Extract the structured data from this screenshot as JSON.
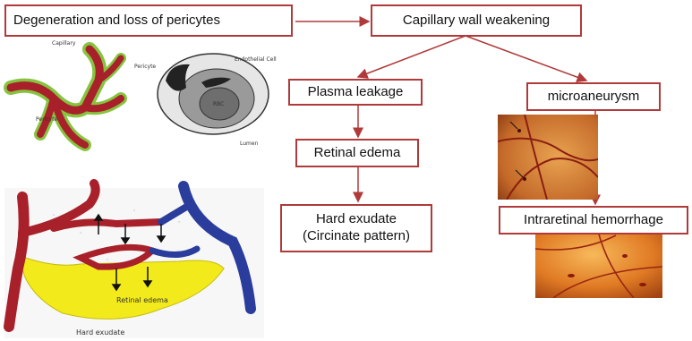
{
  "nodes": {
    "degeneration": "Degeneration and loss of pericytes",
    "capillary": "Capillary wall weakening",
    "plasma": "Plasma leakage",
    "microaneurysm": "microaneurysm",
    "edema": "Retinal edema",
    "exudate_line1": "Hard exudate",
    "exudate_line2": "(Circinate pattern)",
    "hemorrhage": "Intraretinal hemorrhage"
  },
  "illustrations": {
    "capillary_label": "Capillary",
    "pericyte_label": "Pericyte",
    "pericyte_label2": "Pericyte",
    "endothelial_label": "Endothelial Cell",
    "rbc_label": "RBC",
    "lumen_label": "Lumen",
    "retinal_edema_label": "Retinal edema",
    "hard_exudate_label": "Hard exudate"
  },
  "colors": {
    "box_border": "#b03a3a",
    "arrow": "#b03a3a",
    "vessel_red": "#a8202a",
    "vessel_blue": "#2a3d9c",
    "pericyte_green": "#86c440",
    "exudate_yellow": "#f2ea1a"
  }
}
